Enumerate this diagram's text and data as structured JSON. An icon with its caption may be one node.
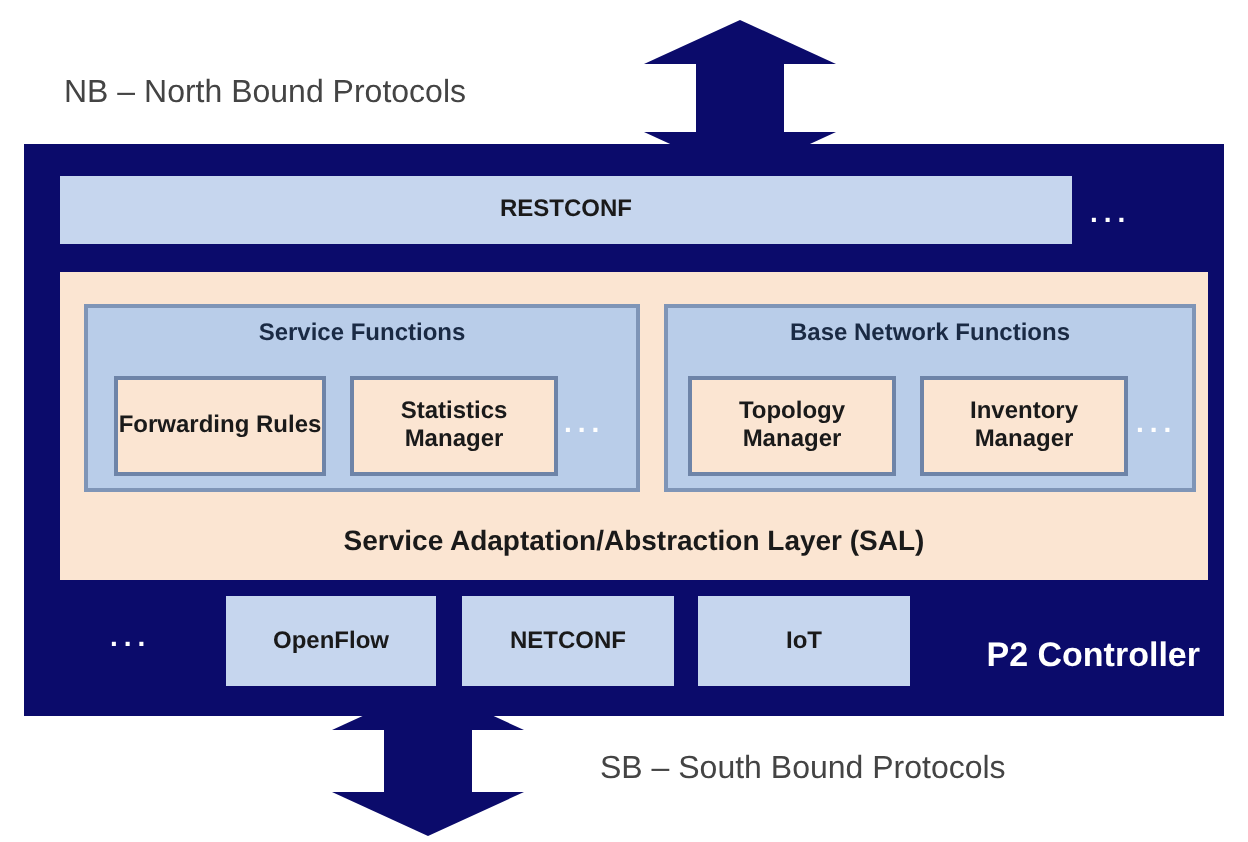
{
  "diagram": {
    "nodes": [
      {
        "text": [
          "P2 Controller"
        ]
      },
      {
        "text": [
          "RESTCONF"
        ],
        "in": 0
      },
      {
        "text": [
          "Service Adaptation/Abstraction Layer (SAL)"
        ],
        "in": 0
      },
      {
        "text": [
          "Service Functions"
        ],
        "in": 2
      },
      {
        "text": [
          "Forwarding Rules"
        ],
        "in": 3
      },
      {
        "text": [
          "Statistics Manager"
        ],
        "in": 3
      },
      {
        "text": [
          "Base Network Functions"
        ],
        "in": 2
      },
      {
        "text": [
          "Topology Manager"
        ],
        "in": 6
      },
      {
        "text": [
          "Inventory Manager"
        ],
        "in": 6
      },
      {
        "text": [
          "OpenFlow"
        ],
        "in": 0
      },
      {
        "text": [
          "NETCONF"
        ],
        "in": 0
      },
      {
        "text": [
          "IoT"
        ],
        "in": 0
      }
    ],
    "edges": [
      {
        "from": null,
        "to": 1,
        "arrow": "both"
      },
      {
        "from": 9,
        "to": null,
        "arrow": "both"
      }
    ],
    "labels": [
      "NB – North Bound Protocols",
      "...",
      "...",
      "...",
      "...",
      "SB – South Bound Protocols"
    ]
  }
}
